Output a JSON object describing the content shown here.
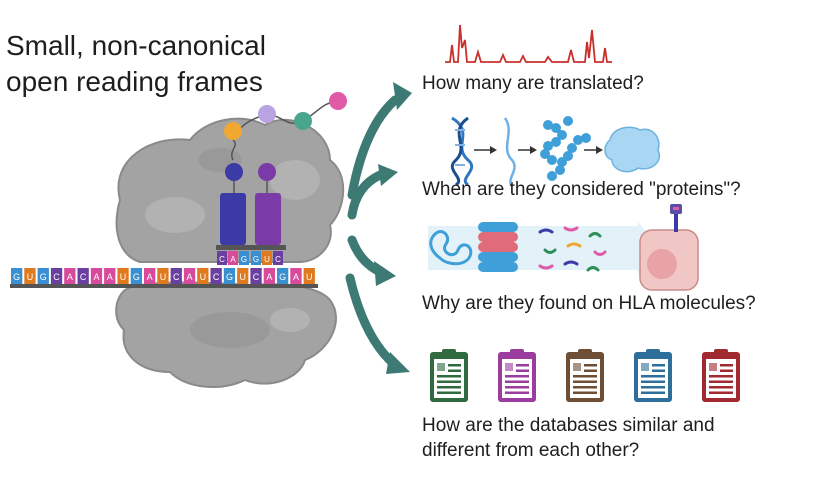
{
  "title": {
    "line1": "Small, non-canonical",
    "line2": "open reading frames"
  },
  "questions": [
    "How many are translated?",
    "When are they considered \"proteins\"?",
    "Why are they found on HLA molecules?",
    "How are the databases similar and",
    "different from each other?"
  ],
  "mrna": {
    "sequence": [
      "G",
      "U",
      "G",
      "C",
      "A",
      "C",
      "A",
      "A",
      "U",
      "G",
      "A",
      "U",
      "C",
      "A",
      "U",
      "C",
      "G",
      "U",
      "C",
      "A",
      "G",
      "A",
      "U"
    ],
    "colors": {
      "A": "#d84a9a",
      "U": "#e07a1f",
      "G": "#3a8fd0",
      "C": "#6b3fa0"
    }
  },
  "trna_anticodons": [
    {
      "letters": [
        "C",
        "A",
        "G"
      ],
      "color": "#3b3aa6"
    },
    {
      "letters": [
        "G",
        "U",
        "C"
      ],
      "color": "#7a3aa8"
    }
  ],
  "peptide_colors": [
    "#f0a830",
    "#b9a3e3",
    "#4aa58f",
    "#e05aa8"
  ],
  "clipboard_colors": [
    "#2f6b3e",
    "#9a3d9e",
    "#6e4e35",
    "#2d6f9a",
    "#a02a2f"
  ],
  "colors": {
    "ribosome": "#9a9a9a",
    "arrow": "#3d7a74",
    "spectrum": "#c9302c",
    "dna": "#2f77c2",
    "cell": "#f1c7c5"
  }
}
